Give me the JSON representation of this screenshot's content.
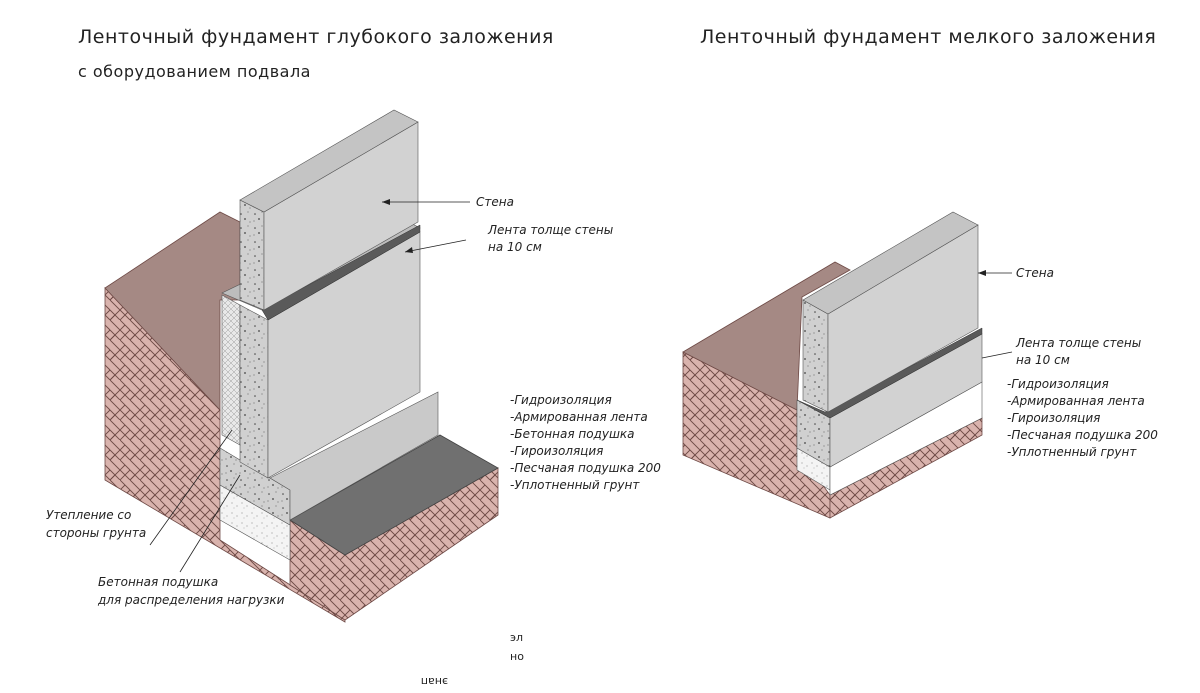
{
  "titles": {
    "left_line1": "Ленточный фундамент глубокого заложения",
    "left_line2": "с оборудованием подвала",
    "right": "Ленточный фундамент мелкого заложения"
  },
  "left_labels": {
    "wall": "Стена",
    "strip_thicker_1": "Лента толще стены",
    "strip_thicker_2": "на 10 см",
    "layers": [
      "-Гидроизоляция",
      "-Армированная лента",
      "-Бетонная подушка",
      "-Гироизоляция",
      "-Песчаная подушка 200",
      "-Уплотненный грунт"
    ],
    "insulation_1": "Утепление со",
    "insulation_2": "стороны грунта",
    "pad_1": "Бетонная подушка",
    "pad_2": "для распределения нагрузки"
  },
  "right_labels": {
    "wall": "Стена",
    "strip_thicker_1": "Лента толще стены",
    "strip_thicker_2": "на 10 см",
    "layers": [
      "-Гидроизоляция",
      "-Армированная лента",
      "-Гироизоляция",
      "-Песчаная подушка 200",
      "-Уплотненный грунт"
    ]
  },
  "fragments": [
    "эл",
    "но",
    "энап"
  ],
  "colors": {
    "soil_top": "#a58984",
    "brick": "#d9b3ad",
    "brick_line": "#6e4a46",
    "concrete": "#d2d2d2",
    "concrete_dark": "#bdbdbd",
    "waterproof": "#5a5a5a",
    "slab_top": "#707070"
  }
}
